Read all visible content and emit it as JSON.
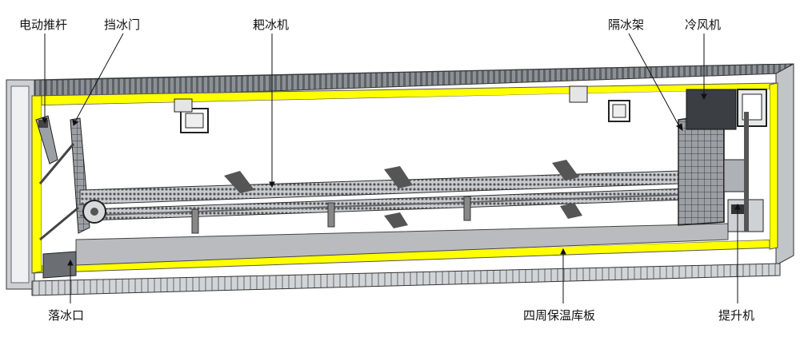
{
  "labels": {
    "pusher": "电动推杆",
    "ice_door": "挡冰门",
    "rake": "耙冰机",
    "separator": "隔冰架",
    "cooler": "冷风机",
    "ice_outlet": "落冰口",
    "insulation": "四周保温库板",
    "lift": "提升机"
  },
  "colors": {
    "insulation": "#ffff00",
    "container_dark": "#6e7378",
    "container_light": "#c9ccd0",
    "floor": "#b9bbbe"
  }
}
